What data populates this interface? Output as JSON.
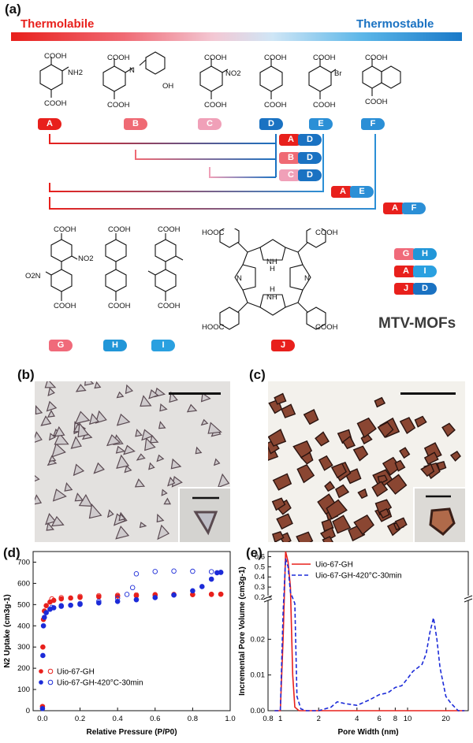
{
  "panel_a": {
    "label": "(a)",
    "left_title": "Thermolabile",
    "right_title": "Thermostable",
    "cooh": "COOH",
    "hooc": "HOOC",
    "nh2": "NH2",
    "no2": "NO2",
    "o2n": "O2N",
    "br": "Br",
    "oh": "OH",
    "n": "N",
    "nh": "NH",
    "h": "H",
    "linkers_top": [
      "A",
      "B",
      "C",
      "D",
      "E",
      "F"
    ],
    "linkers_bottom": [
      "G",
      "H",
      "I",
      "J"
    ],
    "pairs": [
      [
        "A",
        "D"
      ],
      [
        "B",
        "D"
      ],
      [
        "C",
        "D"
      ],
      [
        "A",
        "E"
      ],
      [
        "A",
        "F"
      ]
    ],
    "mtv_pairs": [
      [
        "G",
        "H"
      ],
      [
        "A",
        "I"
      ],
      [
        "J",
        "D"
      ]
    ],
    "mtv_label": "MTV-MOFs",
    "colors": {
      "A": "#e8201c",
      "B": "#ef6a74",
      "C": "#f0a0b8",
      "D": "#1a72c2",
      "E": "#2b8fd6",
      "F": "#2b8fd6",
      "G": "#f06a7a",
      "H": "#2196d8",
      "I": "#2aa0e0",
      "J": "#e8201c"
    }
  },
  "panel_b": {
    "label": "(b)"
  },
  "panel_c": {
    "label": "(c)"
  },
  "panel_d": {
    "label": "(d)"
  },
  "panel_e": {
    "label": "(e)"
  },
  "chart_data": [
    {
      "type": "scatter",
      "panel": "(d)",
      "xlabel": "Relative Pressure (P/P0)",
      "ylabel": "N2 Uptake (cm3g-1)",
      "xlim": [
        -0.05,
        1.0
      ],
      "ylim": [
        0,
        750
      ],
      "xticks": [
        "0.0",
        "0.2",
        "0.4",
        "0.6",
        "0.8",
        "1.0"
      ],
      "yticks": [
        "0",
        "100",
        "200",
        "300",
        "400",
        "500",
        "600",
        "700"
      ],
      "legend_position": "bottom-left",
      "series": [
        {
          "name": "Uio-67-GH",
          "color": "#e8201c",
          "adsorption": [
            [
              0.0,
              20
            ],
            [
              0.002,
              300
            ],
            [
              0.005,
              430
            ],
            [
              0.01,
              470
            ],
            [
              0.02,
              495
            ],
            [
              0.04,
              512
            ],
            [
              0.06,
              520
            ],
            [
              0.1,
              527
            ],
            [
              0.15,
              531
            ],
            [
              0.2,
              534
            ],
            [
              0.3,
              537
            ],
            [
              0.4,
              540
            ],
            [
              0.5,
              542
            ],
            [
              0.6,
              544
            ],
            [
              0.7,
              546
            ],
            [
              0.8,
              547
            ],
            [
              0.9,
              548
            ],
            [
              0.95,
              549
            ]
          ],
          "desorption": [
            [
              0.95,
              549
            ],
            [
              0.9,
              549
            ],
            [
              0.8,
              548
            ],
            [
              0.7,
              548
            ],
            [
              0.6,
              547
            ],
            [
              0.5,
              546
            ],
            [
              0.4,
              544
            ],
            [
              0.3,
              542
            ],
            [
              0.2,
              539
            ],
            [
              0.1,
              533
            ],
            [
              0.05,
              527
            ]
          ]
        },
        {
          "name": "Uio-67-GH-420°C-30min",
          "color": "#1c2bd8",
          "adsorption": [
            [
              0.0,
              10
            ],
            [
              0.002,
              260
            ],
            [
              0.005,
              400
            ],
            [
              0.01,
              440
            ],
            [
              0.02,
              462
            ],
            [
              0.04,
              478
            ],
            [
              0.06,
              485
            ],
            [
              0.1,
              492
            ],
            [
              0.15,
              497
            ],
            [
              0.2,
              501
            ],
            [
              0.3,
              508
            ],
            [
              0.4,
              515
            ],
            [
              0.5,
              523
            ],
            [
              0.6,
              533
            ],
            [
              0.7,
              545
            ],
            [
              0.8,
              565
            ],
            [
              0.85,
              585
            ],
            [
              0.9,
              620
            ],
            [
              0.93,
              650
            ],
            [
              0.95,
              652
            ]
          ],
          "desorption": [
            [
              0.95,
              652
            ],
            [
              0.9,
              655
            ],
            [
              0.8,
              657
            ],
            [
              0.7,
              658
            ],
            [
              0.6,
              656
            ],
            [
              0.5,
              645
            ],
            [
              0.48,
              580
            ],
            [
              0.45,
              548
            ],
            [
              0.4,
              530
            ],
            [
              0.3,
              515
            ],
            [
              0.2,
              505
            ],
            [
              0.1,
              495
            ],
            [
              0.05,
              487
            ]
          ]
        }
      ]
    },
    {
      "type": "line",
      "panel": "(e)",
      "xlabel": "Pore Width (nm)",
      "ylabel": "Incremental Pore Volume (cm3g-1)",
      "xscale": "log",
      "xlim": [
        0.8,
        30
      ],
      "xticks": [
        "0.8",
        "1",
        "2",
        "4",
        "6",
        "8",
        "10",
        "20"
      ],
      "yticks_lower": [
        "0.00",
        "0.01",
        "0.02"
      ],
      "yticks_upper": [
        "0.2",
        "0.3",
        "0.4",
        "0.5",
        "0.6"
      ],
      "legend_position": "top-right",
      "series": [
        {
          "name": "Uio-67-GH",
          "color": "#e8201c",
          "dash": "solid",
          "x": [
            0.9,
            1.0,
            1.05,
            1.1,
            1.15,
            1.2,
            1.25,
            1.3,
            1.4,
            2,
            4,
            8,
            20,
            28
          ],
          "y": [
            0,
            0,
            0.02,
            0.65,
            0.55,
            0.3,
            0.01,
            0.001,
            0,
            0,
            0,
            0,
            0,
            0
          ]
        },
        {
          "name": "Uio-67-GH-420°C-30min",
          "color": "#1c2bd8",
          "dash": "dashed",
          "x": [
            0.9,
            1.0,
            1.05,
            1.1,
            1.15,
            1.2,
            1.3,
            1.35,
            1.45,
            1.6,
            2,
            2.5,
            2.8,
            3.2,
            4,
            5,
            6,
            7,
            8,
            9,
            10,
            11,
            12,
            13,
            14,
            15,
            16,
            17,
            18,
            20,
            22,
            25,
            28
          ],
          "y": [
            0,
            0,
            0.05,
            0.58,
            0.5,
            0.25,
            0.03,
            0.004,
            0.0005,
            0,
            0,
            0.001,
            0.0025,
            0.002,
            0.0015,
            0.003,
            0.0045,
            0.005,
            0.0065,
            0.007,
            0.009,
            0.011,
            0.012,
            0.013,
            0.016,
            0.022,
            0.026,
            0.02,
            0.012,
            0.004,
            0.002,
            0,
            0
          ]
        }
      ]
    }
  ]
}
